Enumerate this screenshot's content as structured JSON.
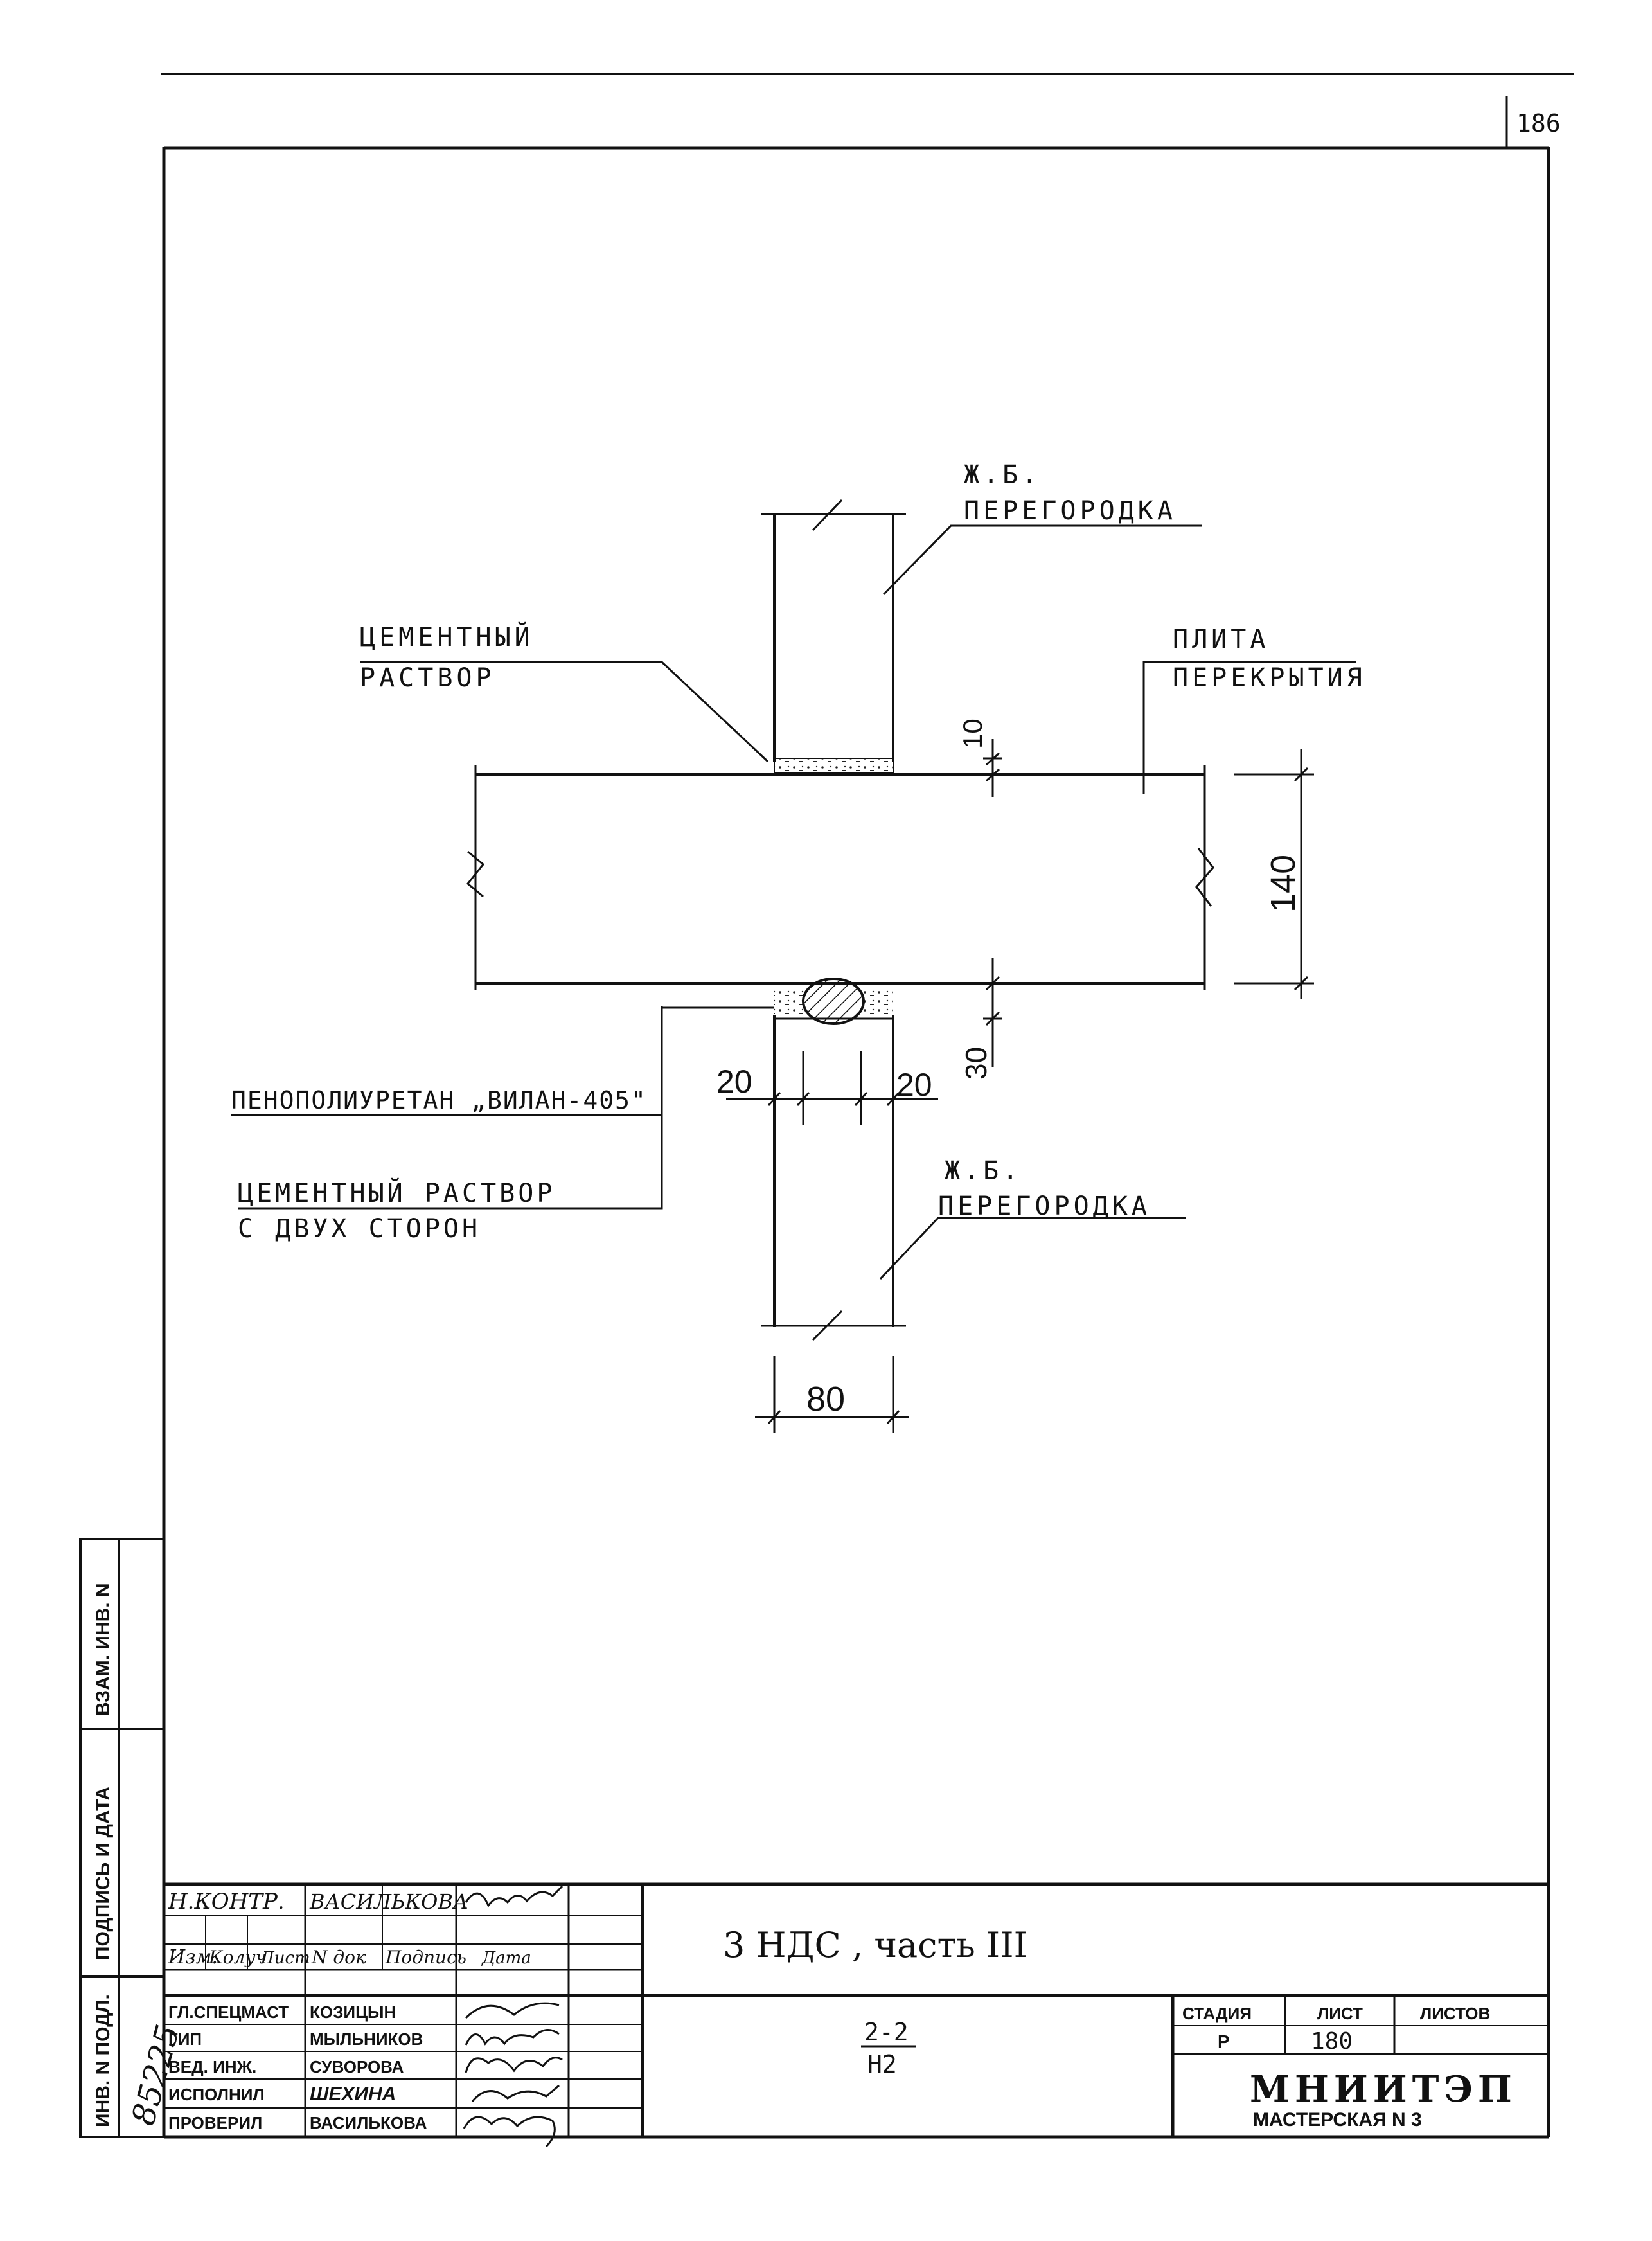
{
  "sheet": {
    "page_number": "186"
  },
  "labels": {
    "top_partition": [
      "Ж.Б.",
      "ПЕРЕГОРОДКА"
    ],
    "cement_mortar": [
      "ЦЕМЕНТНЫЙ",
      "РАСТВОР"
    ],
    "floor_slab": [
      "ПЛИТА",
      "ПЕРЕКРЫТИЯ"
    ],
    "foam": "ПЕНОПОЛИУРЕТАН „ВИЛАН-405\"",
    "cement_both": [
      "ЦЕМЕНТНЫЙ РАСТВОР",
      "С ДВУХ СТОРОН"
    ],
    "bottom_partition": [
      "Ж.Б.",
      "ПЕРЕГОРОДКА"
    ]
  },
  "dimensions": {
    "top_gap": "10",
    "slab_thickness": "140",
    "bottom_gap": "30",
    "left_offset": "20",
    "right_offset": "20",
    "partition_width": "80"
  },
  "side_stamp": {
    "row1": "ВЗАМ. ИНВ. N",
    "row2": "ПОДПИСЬ И ДАТА",
    "row3": "ИНВ. N ПОДЛ.",
    "inv_number": "85225"
  },
  "title_block": {
    "n_kontr_role": "Н.КОНТР.",
    "n_kontr_name": "ВАСИЛЬКОВА",
    "headers": [
      "Изм.",
      "Колуч",
      "Лист",
      "N док",
      "Подпись",
      "Дата"
    ],
    "staff": [
      {
        "role": "ГЛ.СПЕЦМАСТ",
        "name": "КОЗИЦЫН"
      },
      {
        "role": "ГИП",
        "name": "МЫЛЬНИКОВ"
      },
      {
        "role": "ВЕД. ИНЖ.",
        "name": "СУВОРОВА"
      },
      {
        "role": "ИСПОЛНИЛ",
        "name": "ШЕХИНА"
      },
      {
        "role": "ПРОВЕРИЛ",
        "name": "ВАСИЛЬКОВА"
      }
    ],
    "project_title": "3 НДС , часть III",
    "section_label": "2-2",
    "section_sub": "Н2",
    "stage_header": "СТАДИЯ",
    "sheet_header": "ЛИСТ",
    "sheets_header": "ЛИСТОВ",
    "stage_value": "Р",
    "sheet_value": "180",
    "sheets_value": "",
    "org_name": "МНИИТЭП",
    "org_sub": "МАСТЕРСКАЯ N 3"
  }
}
